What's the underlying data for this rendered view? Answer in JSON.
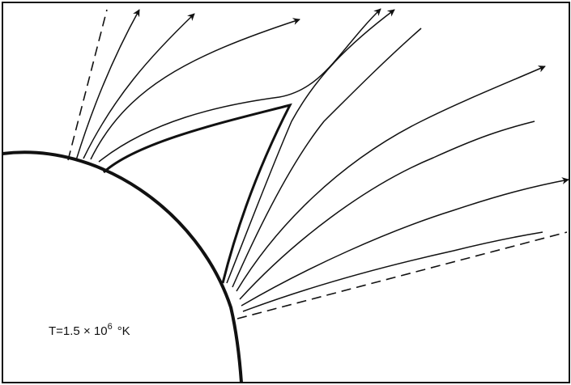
{
  "figure": {
    "temperature_label": {
      "prefix": "T=1.5 × 10",
      "exponent": "6",
      "unit": "°K"
    },
    "colors": {
      "ink": "#111111",
      "background": "#ffffff"
    }
  }
}
